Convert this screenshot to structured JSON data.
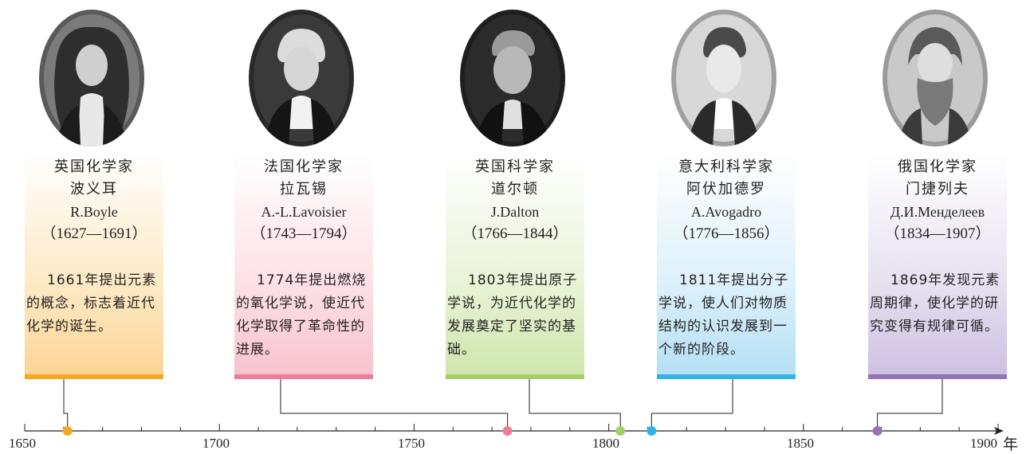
{
  "axis": {
    "ticks": [
      "1650",
      "1700",
      "1750",
      "1800",
      "1850",
      "1900"
    ],
    "unit": "年"
  },
  "scientists": [
    {
      "country_role": "英国化学家",
      "name_cn": "波义耳",
      "name_latin": "R.Boyle",
      "years": "（1627—1691）",
      "description": "1661年提出元素的概念，标志着近代化学的诞生。",
      "event_year": 1661,
      "color": "#f5a623"
    },
    {
      "country_role": "法国化学家",
      "name_cn": "拉瓦锡",
      "name_latin": "A.-L.Lavoisier",
      "years": "（1743—1794）",
      "description": "1774年提出燃烧的氧化学说，使近代化学取得了革命性的进展。",
      "event_year": 1774,
      "color": "#ee7d9a"
    },
    {
      "country_role": "英国科学家",
      "name_cn": "道尔顿",
      "name_latin": "J.Dalton",
      "years": "（1766—1844）",
      "description": "1803年提出原子学说，为近代化学的发展奠定了坚实的基础。",
      "event_year": 1803,
      "color": "#a6cf6a"
    },
    {
      "country_role": "意大利科学家",
      "name_cn": "阿伏加德罗",
      "name_latin": "A.Avogadro",
      "years": "（1776—1856）",
      "description": "1811年提出分子学说，使人们对物质结构的认识发展到一个新的阶段。",
      "event_year": 1811,
      "color": "#33b4e5"
    },
    {
      "country_role": "俄国化学家",
      "name_cn": "门捷列夫",
      "name_latin": "Д.И.Менделеев",
      "years": "（1834—1907）",
      "description": "1869年发现元素周期律，使化学的研究变得有规律可循。",
      "event_year": 1869,
      "color": "#9673b5"
    }
  ]
}
